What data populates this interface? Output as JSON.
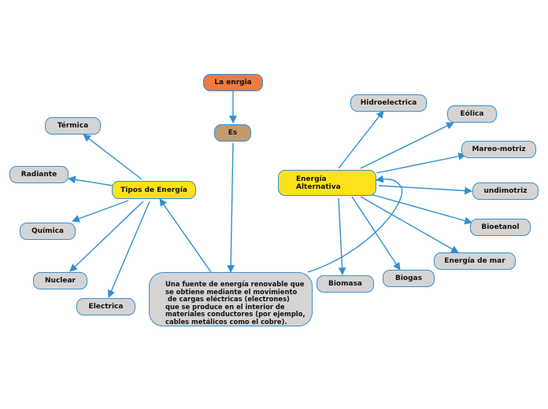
{
  "colors": {
    "edge": "#2f8fd0",
    "root": "#f27a3a",
    "connector": "#c39a6b",
    "category": "#fde21a",
    "leaf": "#d4d4d4"
  },
  "root": {
    "label": "La enrgia"
  },
  "connector": {
    "label": "Es"
  },
  "definition": {
    "text": "Una fuente de energía renovable que\nse obtiene mediante el movimiento\n de cargas eléctricas (electrones)\nque se produce en el interior de\nmateriales conductores (por ejemplo,\ncables metálicos como el cobre)."
  },
  "tipos": {
    "label": "Tipos de Energía",
    "items": [
      "Térmica",
      "Radiante",
      "Química",
      "Nuclear",
      "Electrica"
    ]
  },
  "alternativa": {
    "label": "Energía\nAlternativa",
    "items": [
      "Hidroelectrica",
      "Eólica",
      "Mareo-motriz",
      "undimotriz",
      "Bioetanol",
      "Energía de mar",
      "Biogas",
      "Biomasa"
    ]
  }
}
